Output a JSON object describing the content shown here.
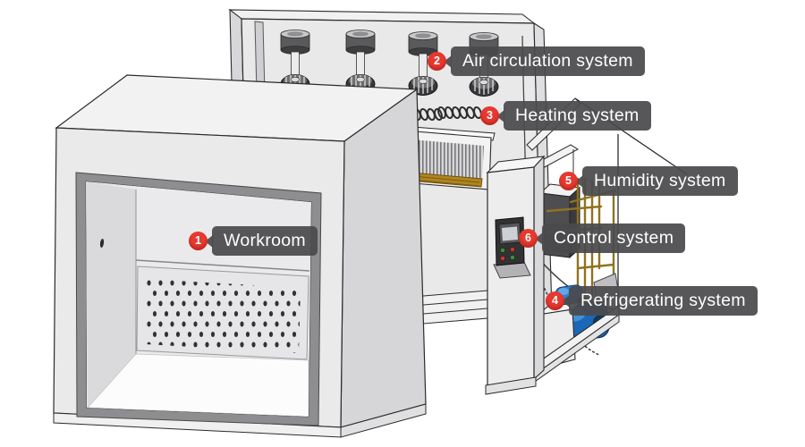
{
  "callouts": [
    {
      "number": "1",
      "label": "Workroom"
    },
    {
      "number": "2",
      "label": "Air circulation system"
    },
    {
      "number": "3",
      "label": "Heating system"
    },
    {
      "number": "4",
      "label": "Refrigerating system"
    },
    {
      "number": "5",
      "label": "Humidity system"
    },
    {
      "number": "6",
      "label": "Control system"
    }
  ],
  "style": {
    "badge_color": "#e6392f",
    "badge_text_color": "#ffffff",
    "callout_bg": "#4a4a4c",
    "callout_text_color": "#ffffff",
    "outline_color": "#2b2b2b",
    "body_color": "#eaeaeb",
    "body_shade": "#d6d6d8",
    "gasket_color": "#8e8e91",
    "compressor_blue": "#1c68b8",
    "pipe_brass": "#8f7320",
    "heater_brass": "#b08420",
    "control_panel_dark": "#323234",
    "indicator_green": "#3f9030",
    "indicator_red": "#cc3333"
  }
}
